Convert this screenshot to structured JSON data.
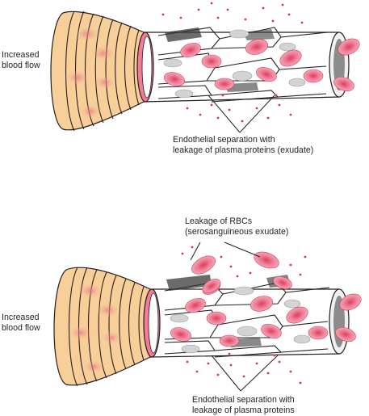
{
  "panels": [
    {
      "flow_label": "Increased\nblood flow",
      "callouts": [
        "Endothelial separation with\nleakage of plasma proteins (exudate)"
      ]
    },
    {
      "flow_label": "Increased\nblood flow",
      "callouts": [
        "Leakage of RBCs\n(serosanguineous exudate)",
        "Endothelial separation with\nleakage of plasma proteins"
      ]
    }
  ],
  "colors": {
    "vessel_wall": "#f8cf98",
    "vessel_outline": "#231f20",
    "rbc": "#f08aa0",
    "rbc_center": "#e5536f",
    "protein_dot": "#e0334f",
    "lumen": "#ffffff",
    "cell_gray": "#d3d3d3"
  }
}
